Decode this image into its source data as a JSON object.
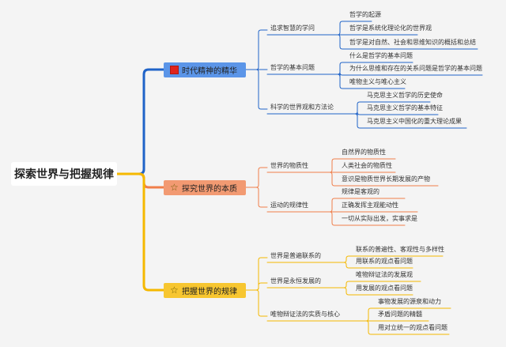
{
  "root": {
    "title": "探索世界与把握规律"
  },
  "branches": [
    {
      "title": "时代精神的精华",
      "color": "#1f63c8",
      "bg": "#5b95e8",
      "icon": "red-flag-icon",
      "subs": [
        {
          "label": "追求智慧的学问",
          "items": [
            "哲学的起源",
            "哲学是系统化理论化的世界观",
            "哲学是对自然、社会和思维知识的概括和总结"
          ]
        },
        {
          "label": "哲学的基本问题",
          "items": [
            "什么是哲学的基本问题",
            "为什么思维和存在的关系问题是哲学的基本问题",
            "唯物主义与唯心主义"
          ]
        },
        {
          "label": "科学的世界观和方法论",
          "items": [
            "马克思主义哲学的历史使命",
            "马克思主义哲学的基本特征",
            "马克思主义中国化的重大理论成果"
          ]
        }
      ]
    },
    {
      "title": "探究世界的本质",
      "color": "#f07e4a",
      "bg": "#f29a72",
      "icon": "star-icon",
      "subs": [
        {
          "label": "世界的物质性",
          "items": [
            "自然界的物质性",
            "人类社会的物质性",
            "意识是物质世界长期发展的产物"
          ]
        },
        {
          "label": "运动的规律性",
          "items": [
            "规律是客观的",
            "正确发挥主观能动性",
            "一切从实际出发，实事求是"
          ]
        }
      ]
    },
    {
      "title": "把握世界的规律",
      "color": "#f5b800",
      "bg": "#f7c630",
      "icon": "star-icon",
      "subs": [
        {
          "label": "世界是普遍联系的",
          "items": [
            "联系的普遍性、客观性与多样性",
            "用联系的观点看问题"
          ]
        },
        {
          "label": "世界是永恒发展的",
          "items": [
            "唯物辩证法的发展观",
            "用发展的观点看问题"
          ]
        },
        {
          "label": "唯物辩证法的实质与核心",
          "items": [
            "事物发展的源泉和动力",
            "矛盾问题的精髓",
            "用对立统一的观点看问题"
          ]
        }
      ]
    }
  ]
}
